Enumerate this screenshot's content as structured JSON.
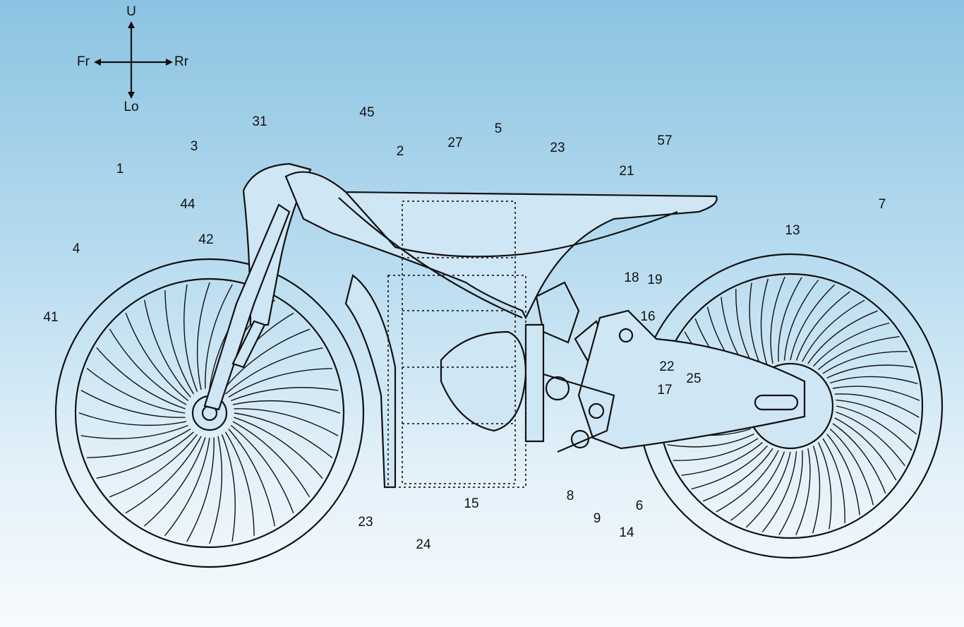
{
  "title": "Motorcycle side view patent drawing",
  "compass": {
    "up": "U",
    "front": "Fr",
    "rear": "Rr",
    "low": "Lo"
  },
  "labels": {
    "l1": "1",
    "l3": "3",
    "l44": "44",
    "l31": "31",
    "l45": "45",
    "l2": "2",
    "l27": "27",
    "l5": "5",
    "l23a": "23",
    "l57": "57",
    "l21": "21",
    "l4": "4",
    "l42": "42",
    "l41": "41",
    "l18": "18",
    "l19": "19",
    "l16": "16",
    "l22": "22",
    "l25": "25",
    "l17": "17",
    "l13": "13",
    "l7": "7",
    "l23b": "23",
    "l24": "24",
    "l15": "15",
    "l8": "8",
    "l9": "9",
    "l14": "14",
    "l6": "6"
  },
  "colors": {
    "line": "#111111",
    "bg_top": "#8cc3e2",
    "bg_bottom": "#f7fbfd"
  }
}
